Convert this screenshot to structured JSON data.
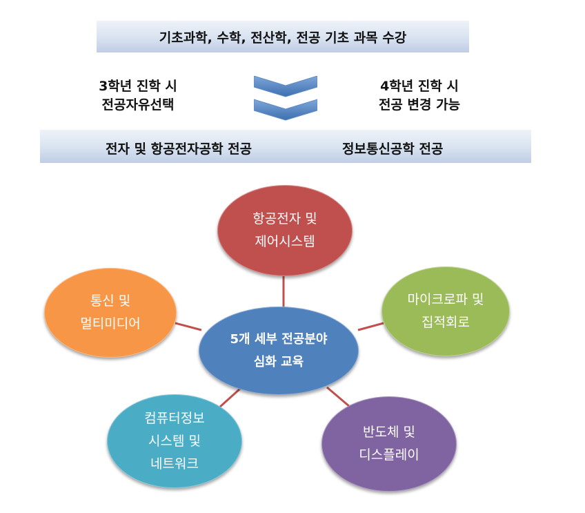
{
  "top_banner": "기초과학, 수학, 전산학, 전공 기초 과목 수강",
  "left_note": [
    "3학년 진학 시",
    "전공자유선택"
  ],
  "right_note": [
    "4학년 진학 시",
    "전공 변경 가능"
  ],
  "majors": [
    "전자 및 항공전자공학 전공",
    "정보통신공학 전공"
  ],
  "center": {
    "lines": [
      "5개 세부 전공분야",
      "심화 교육"
    ],
    "color": "#4f81bd"
  },
  "fields": [
    {
      "lines": [
        "항공전자 및",
        "제어시스템"
      ],
      "color": "#c0504d"
    },
    {
      "lines": [
        "마이크로파 및",
        "집적회로"
      ],
      "color": "#9bbb59"
    },
    {
      "lines": [
        "반도체 및",
        "디스플레이"
      ],
      "color": "#8064a2"
    },
    {
      "lines": [
        "컴퓨터정보",
        "시스템 및",
        "네트워크"
      ],
      "color": "#4bacc6"
    },
    {
      "lines": [
        "통신 및",
        "멀티미디어"
      ],
      "color": "#f79646"
    }
  ],
  "colors": {
    "chevron": "#5b8ac6",
    "connector": "#c0504d",
    "banner_bottom": "#bfcde4"
  }
}
